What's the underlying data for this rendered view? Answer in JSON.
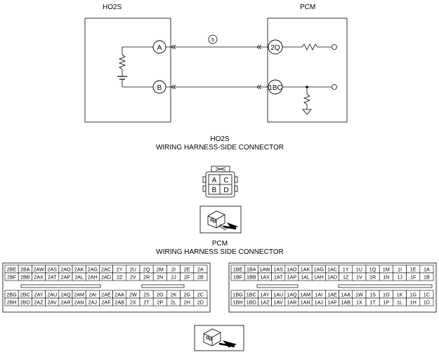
{
  "schematic": {
    "left_title": "HO2S",
    "right_title": "PCM",
    "wire_label": "5",
    "left_terminals": [
      "A",
      "B"
    ],
    "right_terminals": [
      "2Q",
      "1BC"
    ]
  },
  "ho2s_connector": {
    "title_line1": "HO2S",
    "title_line2": "WIRING HARNESS-SIDE CONNECTOR",
    "pins": [
      [
        "A",
        "C"
      ],
      [
        "B",
        "D"
      ]
    ]
  },
  "pcm_connector": {
    "title_line1": "PCM",
    "title_line2": "WIRING HARNESS SIDE CONNECTOR",
    "connector_2": [
      [
        "2BE",
        "2BA",
        "2AW",
        "2AS",
        "2AO",
        "2AK",
        "2AG",
        "2AC",
        "2Y",
        "2U",
        "2Q",
        "2M",
        "2I",
        "2E",
        "2A"
      ],
      [
        "2BF",
        "2BB",
        "2AX",
        "2AT",
        "2AP",
        "2AL",
        "2AH",
        "2AD",
        "2Z",
        "2V",
        "2R",
        "2N",
        "2J",
        "2F",
        "2B"
      ],
      [
        "2BG",
        "2BC",
        "2AY",
        "2AU",
        "2AQ",
        "2AM",
        "2AI",
        "2AE",
        "2AA",
        "2W",
        "2S",
        "2O",
        "2K",
        "2G",
        "2C"
      ],
      [
        "2BH",
        "2BD",
        "2AZ",
        "2AV",
        "2AR",
        "2AN",
        "2AJ",
        "2AF",
        "2AB",
        "2X",
        "2T",
        "2P",
        "2L",
        "2H",
        "2D"
      ]
    ],
    "connector_1": [
      [
        "1BE",
        "1BA",
        "1AW",
        "1AS",
        "1AO",
        "1AK",
        "1AG",
        "1AC",
        "1Y",
        "1U",
        "1Q",
        "1M",
        "1I",
        "1E",
        "1A"
      ],
      [
        "1BF",
        "1BB",
        "1AX",
        "1AT",
        "1AP",
        "1AL",
        "1AH",
        "1AD",
        "1Z",
        "1V",
        "1R",
        "1N",
        "1J",
        "1F",
        "1B"
      ],
      [
        "1BG",
        "1BC",
        "1AY",
        "1AU",
        "1AQ",
        "1AM",
        "1AI",
        "1AE",
        "1AA",
        "1W",
        "1S",
        "1O",
        "1K",
        "1G",
        "1C"
      ],
      [
        "1BH",
        "1BD",
        "1AZ",
        "1AV",
        "1AR",
        "1AN",
        "1AJ",
        "1AF",
        "1AB",
        "1X",
        "1T",
        "1P",
        "1L",
        "1H",
        "1D"
      ]
    ]
  }
}
